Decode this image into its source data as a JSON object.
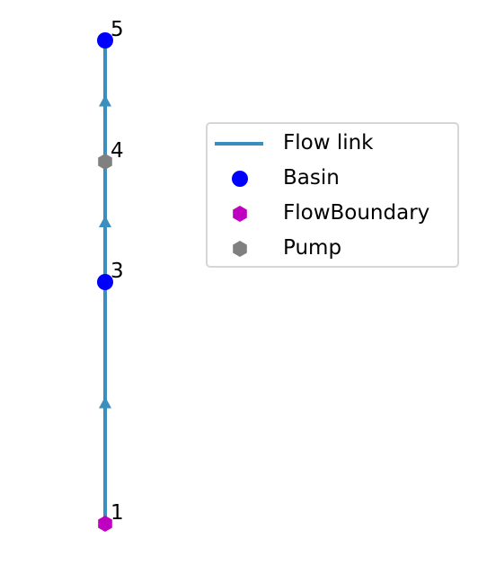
{
  "colors": {
    "flow_link": "#3a8fbf",
    "Basin": "#0000ff",
    "FlowBoundary": "#c000c0",
    "Pump": "#808080"
  },
  "nodes": [
    {
      "id": "1",
      "type": "FlowBoundary"
    },
    {
      "id": "3",
      "type": "Basin"
    },
    {
      "id": "4",
      "type": "Pump"
    },
    {
      "id": "5",
      "type": "Basin"
    }
  ],
  "links": [
    {
      "from": "1",
      "to": "3"
    },
    {
      "from": "3",
      "to": "4"
    },
    {
      "from": "4",
      "to": "5"
    }
  ],
  "legend": [
    {
      "label": "Flow link",
      "marker": "line",
      "color_key": "flow_link"
    },
    {
      "label": "Basin",
      "marker": "circle",
      "color_key": "Basin"
    },
    {
      "label": "FlowBoundary",
      "marker": "hexagon",
      "color_key": "FlowBoundary"
    },
    {
      "label": "Pump",
      "marker": "hexagon",
      "color_key": "Pump"
    }
  ]
}
